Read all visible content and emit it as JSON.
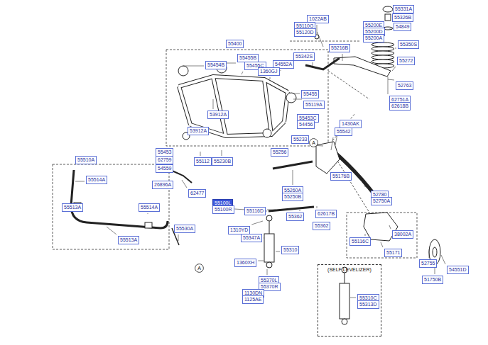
{
  "diagram": {
    "nodes": [
      {
        "text": [
          "55331A"
        ]
      },
      {
        "text": [
          "1022AB"
        ]
      },
      {
        "text": [
          "55326B"
        ]
      },
      {
        "text": [
          "55110G"
        ]
      },
      {
        "text": [
          "55120D"
        ]
      },
      {
        "text": [
          "55200E"
        ]
      },
      {
        "text": [
          "55200D"
        ]
      },
      {
        "text": [
          "55200A"
        ]
      },
      {
        "text": [
          "54849"
        ]
      },
      {
        "text": [
          "55400"
        ]
      },
      {
        "text": [
          "55350S"
        ]
      },
      {
        "text": [
          "55216B"
        ]
      },
      {
        "text": [
          "55342S"
        ]
      },
      {
        "text": [
          "55455B"
        ]
      },
      {
        "text": [
          "55454B"
        ]
      },
      {
        "text": [
          "55455C"
        ]
      },
      {
        "text": [
          "54552A"
        ]
      },
      {
        "text": [
          "55272"
        ]
      },
      {
        "text": [
          "1360GJ"
        ]
      },
      {
        "text": [
          "52763"
        ]
      },
      {
        "text": [
          "55455"
        ]
      },
      {
        "text": [
          "62751A"
        ]
      },
      {
        "text": [
          "62618B"
        ]
      },
      {
        "text": [
          "55119A"
        ]
      },
      {
        "text": [
          "53912A"
        ]
      },
      {
        "text": [
          "55453C"
        ]
      },
      {
        "text": [
          "54456"
        ]
      },
      {
        "text": [
          "1430AK"
        ]
      },
      {
        "text": [
          "53912A"
        ]
      },
      {
        "text": [
          "55542"
        ]
      },
      {
        "text": [
          "55233"
        ]
      },
      {
        "text": [
          "A"
        ]
      },
      {
        "text": [
          "55453"
        ]
      },
      {
        "text": [
          "55256"
        ]
      },
      {
        "text": [
          "62759"
        ]
      },
      {
        "text": [
          "55112"
        ]
      },
      {
        "text": [
          "55230B"
        ]
      },
      {
        "text": [
          "55510A"
        ]
      },
      {
        "text": [
          "54559"
        ]
      },
      {
        "text": [
          "55176B"
        ]
      },
      {
        "text": [
          "55514A"
        ]
      },
      {
        "text": [
          "26896A"
        ]
      },
      {
        "text": [
          "55260A"
        ]
      },
      {
        "text": [
          "62477"
        ]
      },
      {
        "text": [
          "55250B"
        ]
      },
      {
        "text": [
          "52780"
        ]
      },
      {
        "text": [
          "52750A"
        ]
      },
      {
        "text": [
          "55100L"
        ]
      },
      {
        "text": [
          "55513A"
        ]
      },
      {
        "text": [
          "55514A"
        ]
      },
      {
        "text": [
          "55100R"
        ]
      },
      {
        "text": [
          "55116D"
        ]
      },
      {
        "text": [
          "55362"
        ]
      },
      {
        "text": [
          "62617B"
        ]
      },
      {
        "text": [
          "55362"
        ]
      },
      {
        "text": [
          "55530A"
        ]
      },
      {
        "text": [
          "1310YD"
        ]
      },
      {
        "text": [
          "38002A"
        ]
      },
      {
        "text": [
          "55347A"
        ]
      },
      {
        "text": [
          "55116C"
        ]
      },
      {
        "text": [
          "55513A"
        ]
      },
      {
        "text": [
          "55310"
        ]
      },
      {
        "text": [
          "55171"
        ]
      },
      {
        "text": [
          "1360XH"
        ]
      },
      {
        "text": [
          "52755"
        ]
      },
      {
        "text": [
          "A"
        ]
      },
      {
        "text": [
          "54551D"
        ]
      },
      {
        "text": [
          "51750B"
        ]
      },
      {
        "text": [
          "55370L"
        ]
      },
      {
        "text": [
          "55370R"
        ]
      },
      {
        "text": [
          "1130DN"
        ]
      },
      {
        "text": [
          "1125AE"
        ]
      },
      {
        "text": [
          "(SELF LEVELIZER)"
        ]
      },
      {
        "text": [
          "55310C"
        ],
        "in": 72
      },
      {
        "text": [
          "55313D"
        ],
        "in": 72
      }
    ]
  }
}
